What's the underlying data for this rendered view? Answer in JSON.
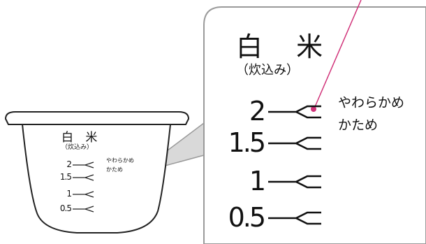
{
  "title": "白 米",
  "subtitle": "（炊込み）",
  "water_marks": [
    "2",
    "1.5",
    "1",
    "0.5"
  ],
  "texture_labels": [
    "やわらかめ",
    "かため"
  ],
  "colors": {
    "outline": "#222222",
    "callout_border": "#9a9a9a",
    "callout_fill": "#d9d9d9",
    "pointer": "#d1347a"
  }
}
